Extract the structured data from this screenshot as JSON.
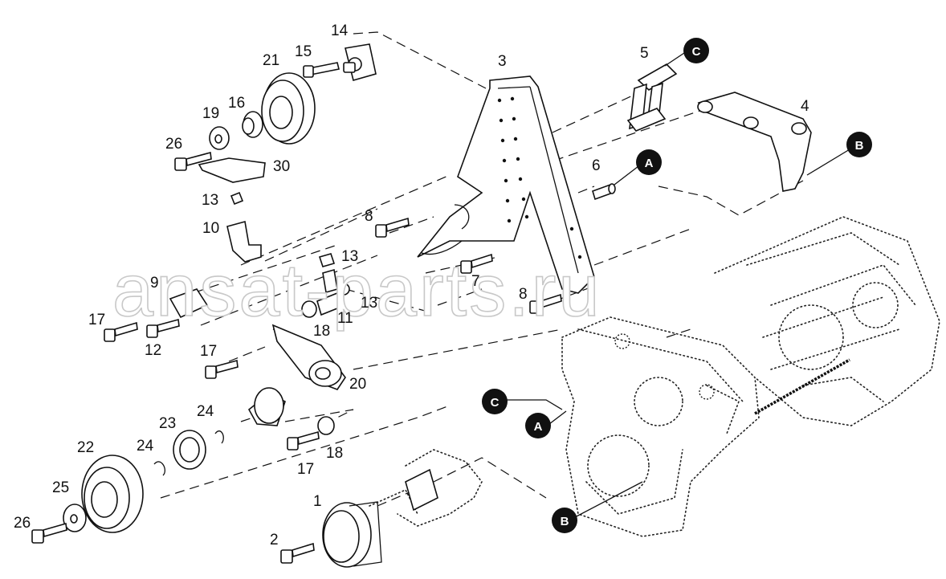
{
  "diagram": {
    "watermark": "ansat-parts.ru",
    "callouts": [
      "A",
      "B",
      "C"
    ],
    "part_numbers": [
      "1",
      "2",
      "3",
      "4",
      "5",
      "6",
      "7",
      "8",
      "8",
      "9",
      "10",
      "11",
      "12",
      "13",
      "13",
      "13",
      "14",
      "15",
      "16",
      "17",
      "17",
      "17",
      "18",
      "18",
      "19",
      "20",
      "21",
      "22",
      "23",
      "24",
      "24",
      "25",
      "26",
      "26",
      "30"
    ]
  }
}
